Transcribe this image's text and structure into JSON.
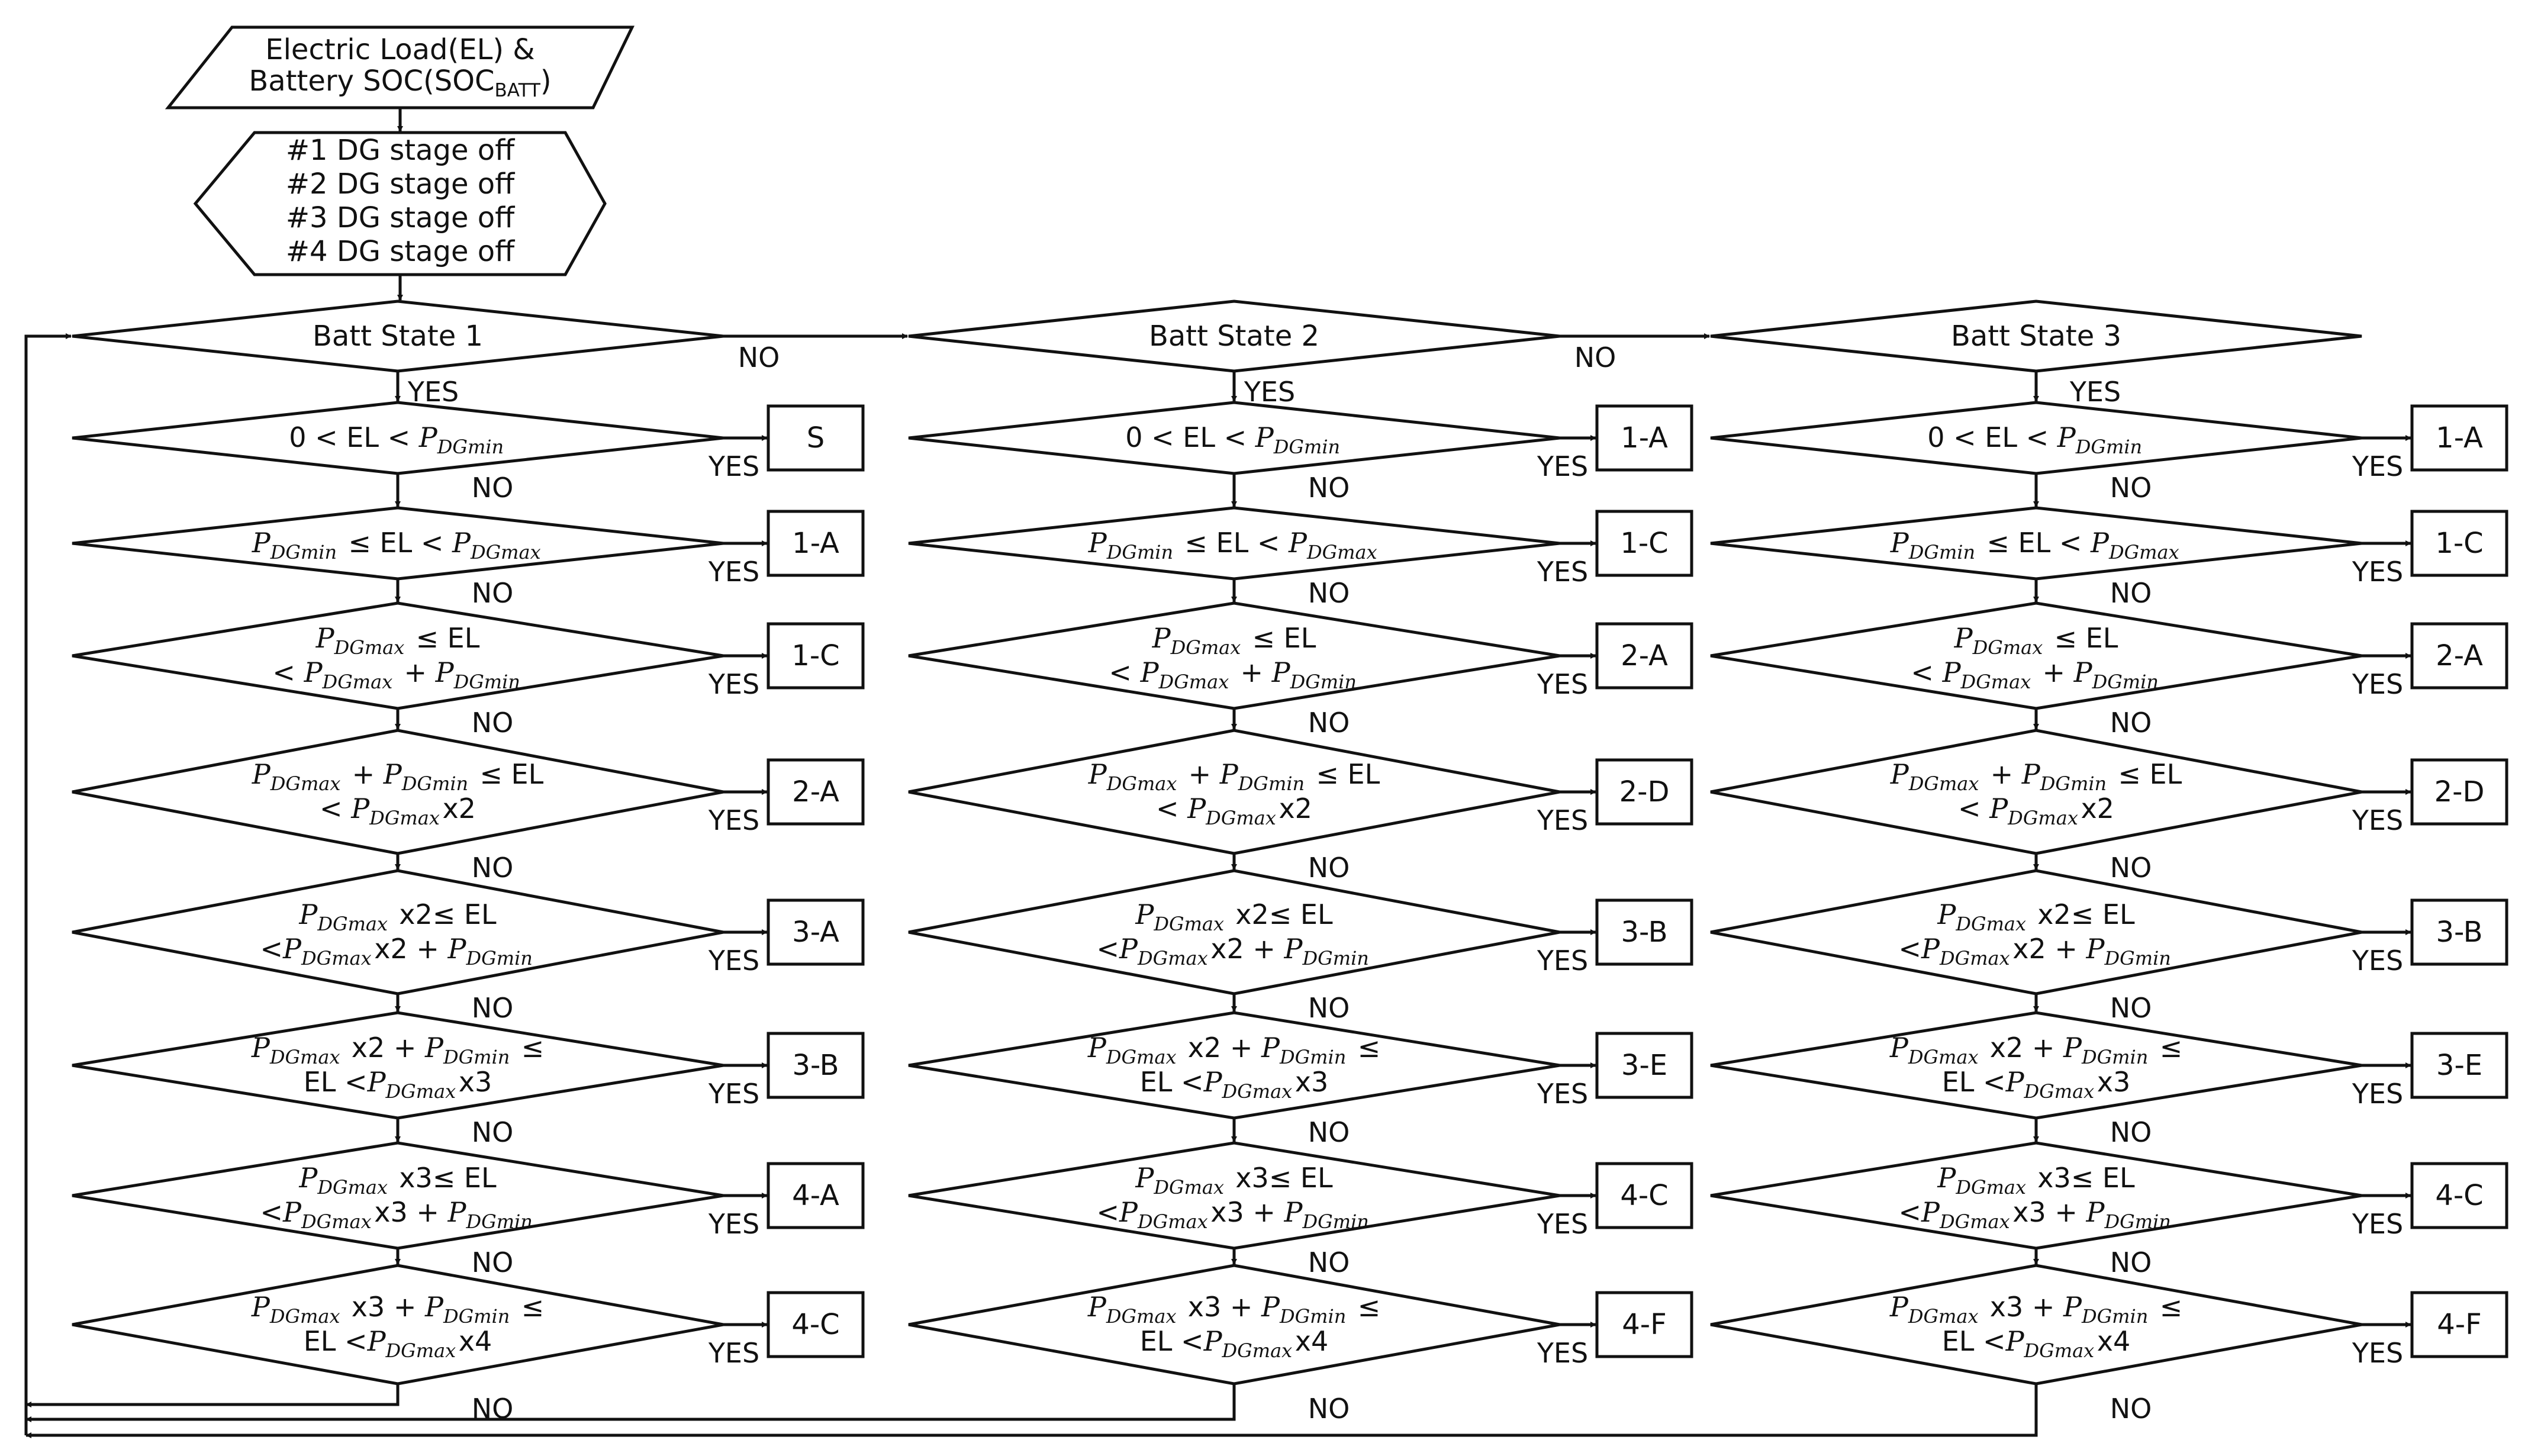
{
  "input": {
    "line1": "Electric Load(EL) &",
    "line2_pre": "Battery SOC(SOC",
    "line2_sub": "BATT",
    "line2_post": ")"
  },
  "init": {
    "lines": [
      "#1 DG stage off",
      "#2 DG stage off",
      "#3 DG stage off",
      "#4 DG stage off"
    ]
  },
  "words": {
    "yes": "YES",
    "no": "NO"
  },
  "states": [
    {
      "label": "Batt State 1",
      "outcomes": [
        "S",
        "1-A",
        "1-C",
        "2-A",
        "3-A",
        "3-B",
        "4-A",
        "4-C"
      ]
    },
    {
      "label": "Batt State 2",
      "outcomes": [
        "1-A",
        "1-C",
        "2-A",
        "2-D",
        "3-B",
        "3-E",
        "4-C",
        "4-F"
      ]
    },
    {
      "label": "Batt State 3",
      "outcomes": [
        "1-A",
        "1-C",
        "2-A",
        "2-D",
        "3-B",
        "3-E",
        "4-C",
        "4-F"
      ]
    }
  ],
  "conditions": [
    [
      [
        "t",
        "0 < EL < "
      ],
      [
        "P",
        "DGmin"
      ]
    ],
    [
      [
        "P",
        "DGmin"
      ],
      [
        "t",
        " ≤ EL < "
      ],
      [
        "P",
        "DGmax"
      ]
    ],
    [
      [
        "P",
        "DGmax"
      ],
      [
        "t",
        " ≤ EL"
      ],
      [
        "br"
      ],
      [
        "t",
        "< "
      ],
      [
        "P",
        "DGmax"
      ],
      [
        "t",
        " + "
      ],
      [
        "P",
        "DGmin"
      ]
    ],
    [
      [
        "P",
        "DGmax"
      ],
      [
        "t",
        " + "
      ],
      [
        "P",
        "DGmin"
      ],
      [
        "t",
        " ≤ EL"
      ],
      [
        "br"
      ],
      [
        "t",
        "< "
      ],
      [
        "P",
        "DGmax"
      ],
      [
        "t",
        "x2"
      ]
    ],
    [
      [
        "P",
        "DGmax"
      ],
      [
        "t",
        " x2≤ EL"
      ],
      [
        "br"
      ],
      [
        "t",
        "<"
      ],
      [
        "P",
        "DGmax"
      ],
      [
        "t",
        "x2 + "
      ],
      [
        "P",
        "DGmin"
      ]
    ],
    [
      [
        "P",
        "DGmax"
      ],
      [
        "t",
        " x2 + "
      ],
      [
        "P",
        "DGmin"
      ],
      [
        "t",
        " ≤"
      ],
      [
        "br"
      ],
      [
        "t",
        "EL <"
      ],
      [
        "P",
        "DGmax"
      ],
      [
        "t",
        "x3"
      ]
    ],
    [
      [
        "P",
        "DGmax"
      ],
      [
        "t",
        " x3≤ EL"
      ],
      [
        "br"
      ],
      [
        "t",
        "<"
      ],
      [
        "P",
        "DGmax"
      ],
      [
        "t",
        "x3 + "
      ],
      [
        "P",
        "DGmin"
      ]
    ],
    [
      [
        "P",
        "DGmax"
      ],
      [
        "t",
        " x3 + "
      ],
      [
        "P",
        "DGmin"
      ],
      [
        "t",
        " ≤"
      ],
      [
        "br"
      ],
      [
        "t",
        "EL <"
      ],
      [
        "P",
        "DGmax"
      ],
      [
        "t",
        "x4"
      ]
    ]
  ]
}
